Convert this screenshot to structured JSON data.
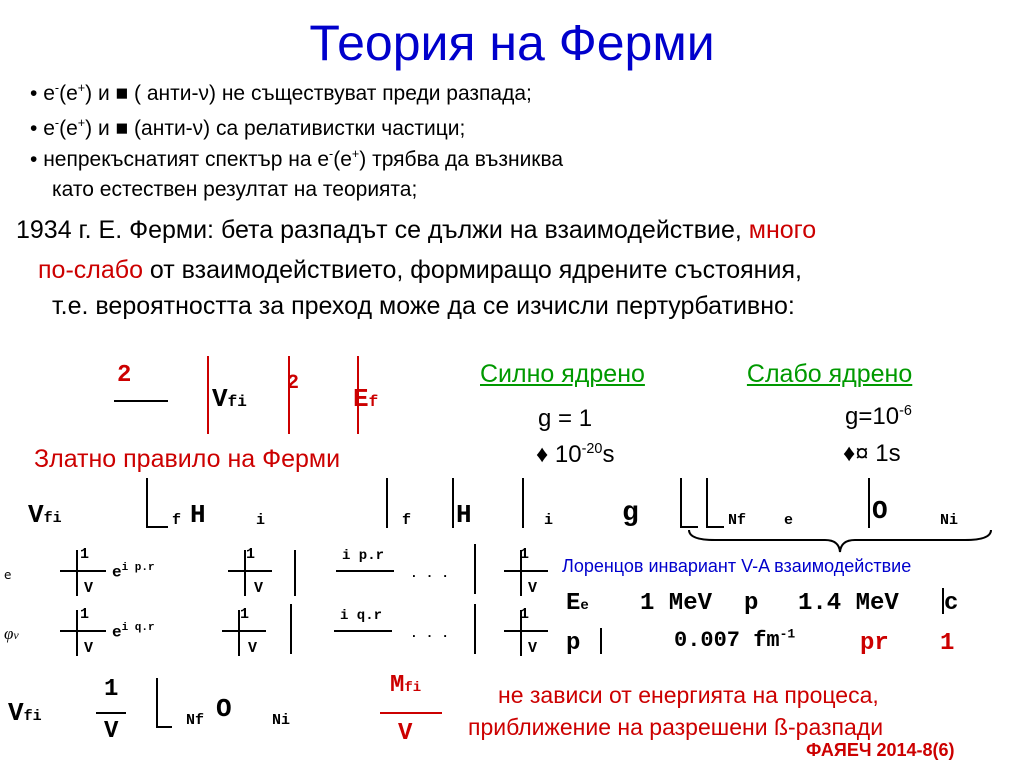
{
  "title": "Теория на Ферми",
  "bullets": [
    {
      "bullet": "•",
      "p1": " e",
      "s1": "-",
      "p2": "(e",
      "s2": "+",
      "p3": ") и ",
      "sq": "■",
      "p4": " ( анти-",
      "nu": "ν",
      "p5": ") не съществуват преди разпада;"
    },
    {
      "bullet": "•",
      "p1": " e",
      "s1": "-",
      "p2": "(e",
      "s2": "+",
      "p3": ") и ",
      "sq": "■",
      "p4": " (анти-",
      "nu": "ν",
      "p5": ") са релативистки частици;"
    },
    {
      "bullet": "•",
      "p1": " непрекъснатият спектър на  e",
      "s1": "-",
      "p2": "(e",
      "s2": "+",
      "p3": ") трябва да възниква"
    }
  ],
  "bullet3_cont": "като естествен резултат на теорията;",
  "para": {
    "l1_a": "1934 г. Е. Ферми: бета разпадът се дължи на взаимодействие, ",
    "l1_red": "много",
    "l2_red": "по-слабо",
    "l2_b": " от взаимодействието, формиращо ядрените състояния,",
    "l3": "т.е. вероятността за преход може да се изчисли пертурбативно:"
  },
  "golden": {
    "g1": "",
    "g2": "",
    "num": "2",
    "g3": "",
    "den": "",
    "vfi": "V",
    "vfi_sub": "fi",
    "two": "2",
    "g4": "",
    "g5": "",
    "ef": "E",
    "ef_sub": "f",
    "label": "Златно правило на Ферми"
  },
  "compare": {
    "strong": "Силно ядрено",
    "weak": "Слабо ядрено",
    "g_strong": "g = 1",
    "g_weak_base": "g=10",
    "g_weak_exp": "-6",
    "t_strong_sym": "♦",
    "t_strong_g": "",
    "t_strong_base": " 10",
    "t_strong_exp": "-20",
    "t_strong_unit": "s",
    "t_weak_sym": "♦",
    "t_weak_g": "¤",
    "t_weak_val": " 1s"
  },
  "vfi_eq": {
    "v": "V",
    "v_sub": "fi",
    "g1": "",
    "g2": "",
    "sub_f": "f",
    "h": "H",
    "g3": "",
    "sub_i": "i",
    "g4": "",
    "g5": "",
    "g6": "",
    "sub_f2": "f",
    "h2": "H",
    "g7": "",
    "sub_i2": "i",
    "g8": "",
    "g": "g",
    "g9": "",
    "nf": "Nf",
    "g10": "",
    "e": "e",
    "g11": "",
    "g12": "",
    "o": "O",
    "g13": "",
    "ni": "Ni",
    "g14": "",
    "g15": ""
  },
  "expand": {
    "phi_e_sym": "",
    "phi_e_sub": "e",
    "phi_v_sym": "φ",
    "phi_v_sub": "ν",
    "eq": "",
    "one": "1",
    "v": "V",
    "exp_p": "e",
    "exp_p_sup": "i p.r",
    "exp_q": "e",
    "exp_q_sup": "i q.r",
    "approx": "",
    "box": "",
    "i_p_r": "i p.r",
    "i_q_r": "i q.r",
    "dots": ". . .",
    "sm": ""
  },
  "lorentz": "Лоренцов инвариант  V-A взаимодействие",
  "estimates": {
    "ee": "E",
    "ee_sub": "e",
    "g1": "",
    "ee_val": "1 MeV",
    "p": "p",
    "g2": "",
    "p_val": "1.4 MeV",
    "c": "c",
    "p2": "p",
    "g3": "",
    "g4": "",
    "fm_val": "0.007 fm",
    "fm_exp": "-1",
    "pr": "pr",
    "g5": "",
    "pr_val": "1"
  },
  "final": {
    "v": "V",
    "v_sub": "fi",
    "g1": "",
    "one": "1",
    "vden": "V",
    "g2": "",
    "g3": "",
    "nf": "Nf",
    "o": "O",
    "g4": "",
    "ni": "Ni",
    "g5": "",
    "g6": "",
    "mfi": "M",
    "mfi_sub": "fi",
    "vden2": "V"
  },
  "note": {
    "l1": "не зависи от енергията на процеса,",
    "l2_a": "приближение на разрешени ",
    "l2_sym": "ß",
    "l2_b": "-разпади"
  },
  "footer": "ФАЯЕЧ 2014-8(6)",
  "colors": {
    "title": "#0000cc",
    "red": "#cc0000",
    "green": "#009900"
  }
}
